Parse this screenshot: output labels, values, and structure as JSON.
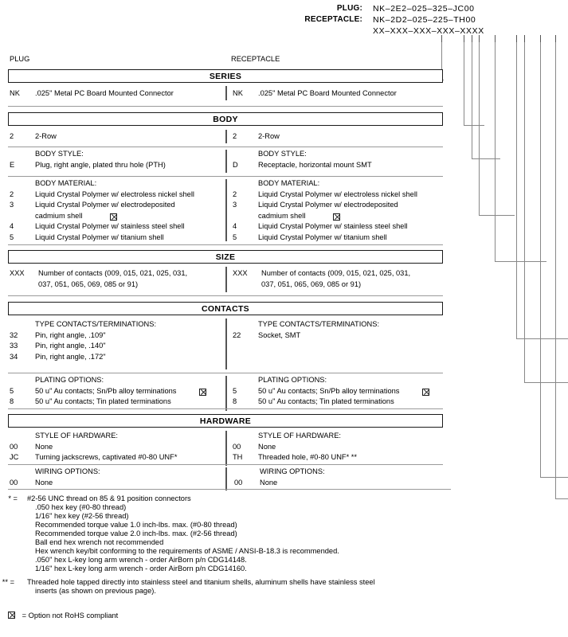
{
  "header": {
    "plug_label": "PLUG:",
    "plug_value": "NK–2E2–025–325–JC00",
    "receptacle_label": "RECEPTACLE:",
    "receptacle_value": "NK–2D2–025–225–TH00",
    "pattern_value": "XX–XXX–XXX–XXX–XXXX"
  },
  "columns": {
    "plug": "PLUG",
    "receptacle": "RECEPTACLE"
  },
  "sections": [
    {
      "banner": "SERIES",
      "plug": [
        {
          "code": "NK",
          "desc": "  .025\" Metal PC Board Mounted Connector"
        }
      ],
      "receptacle": [
        {
          "code": "NK",
          "desc": "  .025\" Metal PC Board Mounted Connector"
        }
      ]
    },
    {
      "banner": "BODY",
      "plug": [
        {
          "code": "2",
          "desc": "2-Row"
        }
      ],
      "receptacle": [
        {
          "code": "2",
          "desc": "2-Row"
        }
      ],
      "sub_style": {
        "heading": "BODY STYLE:",
        "plug": [
          {
            "code": "E",
            "desc": "Plug, right angle, plated thru hole (PTH)"
          }
        ],
        "receptacle": [
          {
            "code": "D",
            "desc": "Receptacle, horizontal mount SMT"
          }
        ]
      },
      "sub_material": {
        "heading": "BODY MATERIAL:",
        "plug": [
          {
            "code": "2",
            "desc": "Liquid Crystal Polymer w/ electroless nickel shell"
          },
          {
            "code": "3",
            "desc": "Liquid Crystal Polymer w/ electrodeposited"
          },
          {
            "code": "",
            "desc": "cadmium shell",
            "xbox": true
          },
          {
            "code": "4",
            "desc": "Liquid Crystal Polymer w/ stainless steel shell"
          },
          {
            "code": "5",
            "desc": "Liquid Crystal Polymer w/ titanium shell"
          }
        ],
        "receptacle": [
          {
            "code": "2",
            "desc": "Liquid Crystal Polymer w/ electroless nickel shell"
          },
          {
            "code": "3",
            "desc": "Liquid Crystal Polymer w/ electrodeposited"
          },
          {
            "code": "",
            "desc": "cadmium shell",
            "xbox": true
          },
          {
            "code": "4",
            "desc": "Liquid Crystal Polymer w/ stainless steel shell"
          },
          {
            "code": "5",
            "desc": "Liquid Crystal Polymer w/ titanium shell"
          }
        ]
      }
    },
    {
      "banner": "SIZE",
      "plug": [
        {
          "code": "XXX",
          "desc": "Number of contacts (009, 015, 021, 025, 031,"
        },
        {
          "code": "",
          "desc": "037, 051, 065, 069, 085 or 91)"
        }
      ],
      "receptacle": [
        {
          "code": "XXX",
          "desc": "Number of contacts (009, 015, 021, 025, 031,"
        },
        {
          "code": "",
          "desc": "037, 051, 065, 069, 085 or 91)"
        }
      ]
    },
    {
      "banner": "CONTACTS",
      "sub_type": {
        "heading": "TYPE CONTACTS/TERMINATIONS:",
        "plug": [
          {
            "code": "32",
            "desc": "Pin, right angle, .109\""
          },
          {
            "code": "33",
            "desc": "Pin, right angle, .140\""
          },
          {
            "code": "34",
            "desc": "Pin, right angle, .172\""
          }
        ],
        "receptacle": [
          {
            "code": "22",
            "desc": "Socket, SMT"
          }
        ]
      },
      "sub_plating": {
        "heading": "PLATING OPTIONS:",
        "plug": [
          {
            "code": "5",
            "desc": "50 u\" Au contacts; Sn/Pb alloy terminations",
            "xbox": true
          },
          {
            "code": "8",
            "desc": "50 u\" Au contacts; Tin plated terminations"
          }
        ],
        "receptacle": [
          {
            "code": "5",
            "desc": "50 u\" Au contacts; Sn/Pb alloy terminations",
            "xbox": true
          },
          {
            "code": "8",
            "desc": "50 u\" Au contacts; Tin plated terminations"
          }
        ]
      }
    },
    {
      "banner": "HARDWARE",
      "sub_style": {
        "heading": "STYLE OF HARDWARE:",
        "plug": [
          {
            "code": "00",
            "desc": "None"
          },
          {
            "code": "JC",
            "desc": "  Turning jackscrews, captivated #0-80 UNF*"
          }
        ],
        "receptacle": [
          {
            "code": "00",
            "desc": "None"
          },
          {
            "code": "TH",
            "desc": "Threaded hole, #0-80 UNF*  **"
          }
        ]
      },
      "sub_wiring": {
        "heading": "WIRING OPTIONS:",
        "plug": [
          {
            "code": "00",
            "desc": "None"
          }
        ],
        "receptacle": [
          {
            "code": "00",
            "desc": "None"
          }
        ]
      }
    }
  ],
  "footnotes": {
    "single_star": {
      "mark": "* =",
      "lines": [
        "#2-56 UNC thread on 85 & 91 position connectors",
        ".050 hex key (#0-80 thread)",
        "1/16\" hex key (#2-56 thread)",
        "Recommended torque value 1.0 inch-lbs. max. (#0-80 thread)",
        "Recommended torque value 2.0 inch-lbs. max. (#2-56 thread)",
        "Ball end hex wrench not recommended",
        "Hex wrench key/bit conforming to the requirements of ASME / ANSI-B-18.3 is recommended.",
        ".050\" hex L-key long arm wrench - order AirBorn p/n CDG14148.",
        "1/16\" hex L-key long arm wrench - order AirBorn p/n CDG14160."
      ]
    },
    "double_star": {
      "mark": "** =",
      "lines": [
        "Threaded hole tapped directly into stainless steel and titanium shells, aluminum shells have stainless steel",
        "inserts (as shown on previous page)."
      ]
    },
    "rohs": {
      "text": "= Option not RoHS compliant"
    }
  }
}
